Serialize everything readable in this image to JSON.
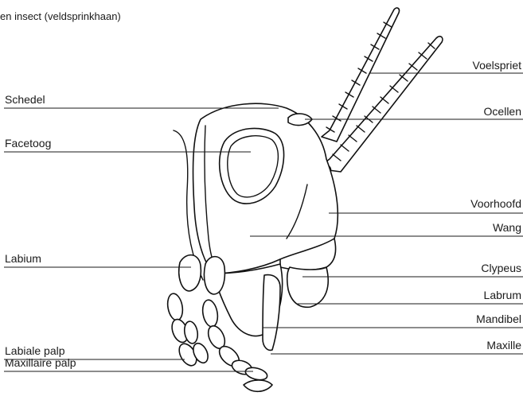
{
  "title": "en insect (veldsprinkhaan)",
  "labels": {
    "voelspriet": "Voelspriet",
    "schedel": "Schedel",
    "ocellen": "Ocellen",
    "facetoog": "Facetoog",
    "voorhoofd": "Voorhoofd",
    "wang": "Wang",
    "labium": "Labium",
    "clypeus": "Clypeus",
    "labrum": "Labrum",
    "mandibel": "Mandibel",
    "labiale_palp": "Labiale palp",
    "maxille": "Maxille",
    "maxillaire_palp": "Maxillaire palp"
  }
}
